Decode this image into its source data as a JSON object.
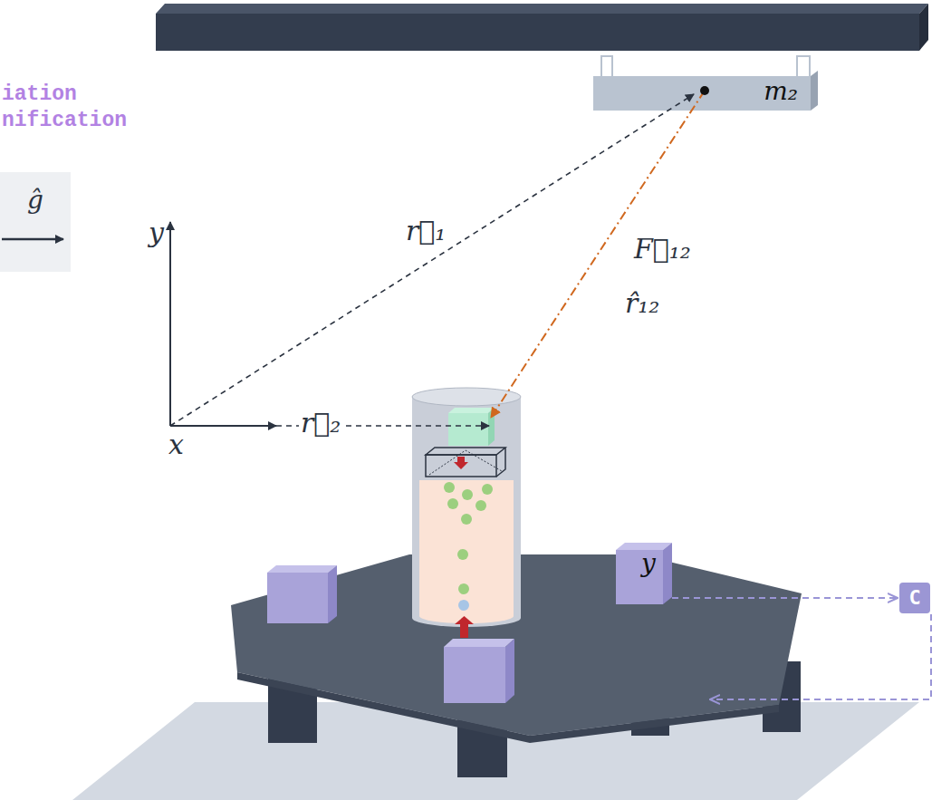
{
  "diagram": {
    "nodes": [
      {
        "text": [
          "ĝ"
        ]
      },
      {
        "text": [
          "m₂"
        ]
      },
      {
        "text": [
          "y"
        ]
      },
      {
        "text": [
          "C"
        ]
      }
    ],
    "edges": [
      {
        "from": 2,
        "to": 3,
        "arrow": "to"
      }
    ],
    "labels": [
      "iation",
      "nification",
      "r⃗₁",
      "F⃗₁₂",
      "r̂₁₂",
      "y",
      "x",
      "r⃗₂"
    ]
  }
}
